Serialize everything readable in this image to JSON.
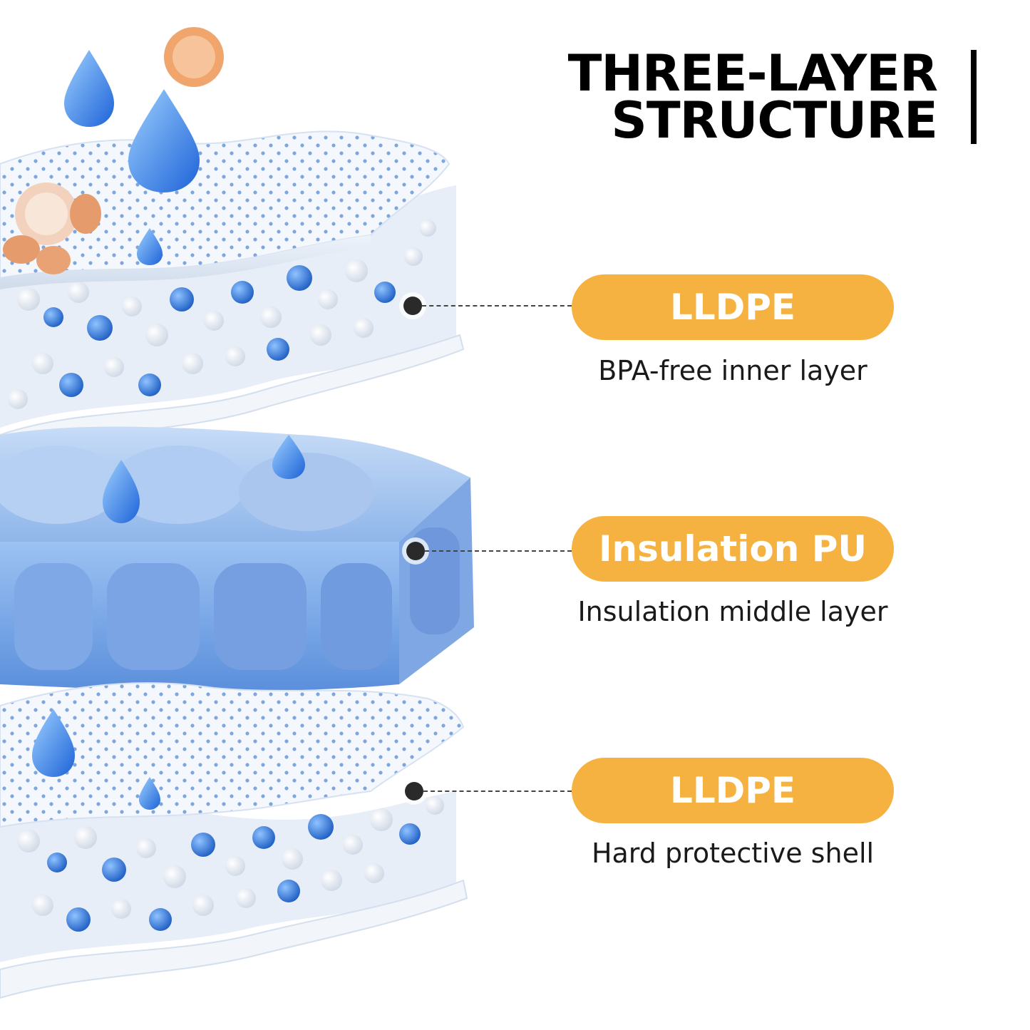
{
  "title": {
    "line1": "THREE-LAYER",
    "line2": "STRUCTURE"
  },
  "layers": [
    {
      "material": "LLDPE",
      "description": "BPA-free inner layer"
    },
    {
      "material": "Insulation PU",
      "description": "Insulation middle layer"
    },
    {
      "material": "LLDPE",
      "description": "Hard protective shell"
    }
  ],
  "colors": {
    "pill": "#f5b240",
    "pill_text": "#ffffff",
    "title": "#000000",
    "foam_blue": "#6c9fe6",
    "bead_blue": "#2a6fd6"
  }
}
